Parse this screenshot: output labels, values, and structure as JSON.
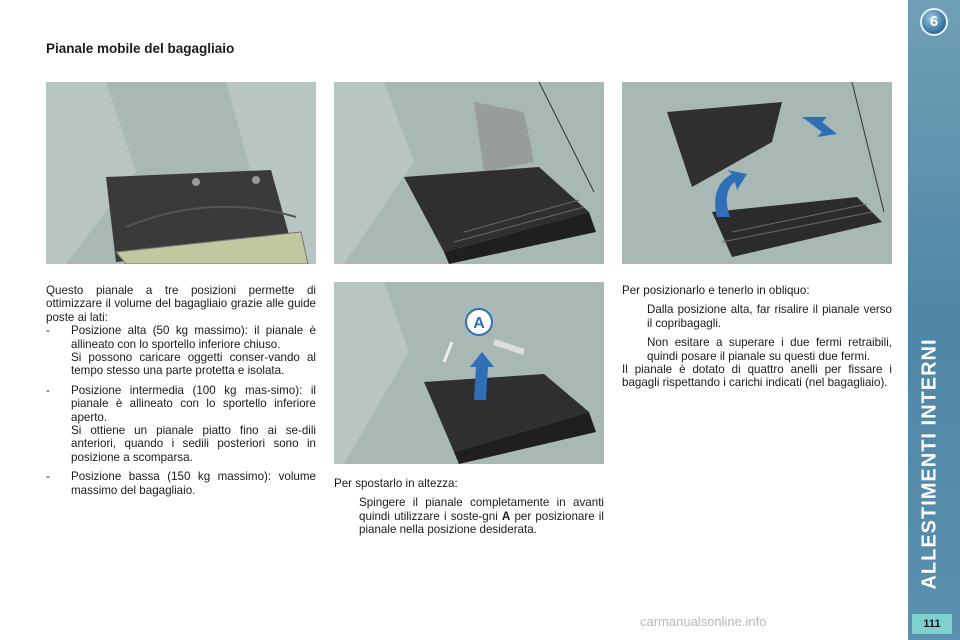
{
  "title": "Pianale mobile del bagagliaio",
  "chapter": {
    "number": "6",
    "label": "ALLESTIMENTI INTERNI"
  },
  "page_number": "111",
  "watermark": "carmanualsonline.info",
  "bullet_glyph": "",
  "colors": {
    "sidebar": "#5b90ae",
    "illustration_bg": "#a8b8b5",
    "arrow_blue": "#2f6fb6"
  },
  "col1": {
    "intro": "Questo pianale a tre posizioni permette di ottimizzare il volume del bagagliaio grazie alle guide poste ai lati:",
    "items": [
      {
        "mark": "-",
        "text": "Posizione alta (50 kg massimo): il pianale è allineato con lo sportello inferiore chiuso.",
        "note": "Si possono caricare oggetti conser-vando al tempo stesso una parte protetta e isolata."
      },
      {
        "mark": "-",
        "text": "Posizione intermedia (100 kg mas-simo): il pianale è allineato con lo sportello inferiore aperto.",
        "note": "Si ottiene un pianale piatto fino ai se-dili anteriori, quando i sedili posteriori sono in posizione a scomparsa."
      },
      {
        "mark": "-",
        "text": "Posizione bassa (150 kg massimo): volume massimo del bagagliaio."
      }
    ]
  },
  "col2": {
    "intro": "Per spostarlo in altezza:",
    "item_before": "Spingere il pianale completamente in avanti quindi utilizzare i soste-gni",
    "item_bold": "A",
    "item_after": "per posizionare il pianale nella posizione desiderata."
  },
  "col3": {
    "intro": "Per posizionarlo e tenerlo in obliquo:",
    "items": [
      "Dalla posizione alta, far risalire il pianale verso il copribagagli.",
      "Non esitare a superare i due fermi retraibili, quindi posare il pianale su questi due fermi."
    ],
    "closing": "Il pianale è dotato di quattro anelli per fissare i bagagli rispettando i carichi indicati (nel bagagliaio)."
  },
  "callout_label": "A"
}
